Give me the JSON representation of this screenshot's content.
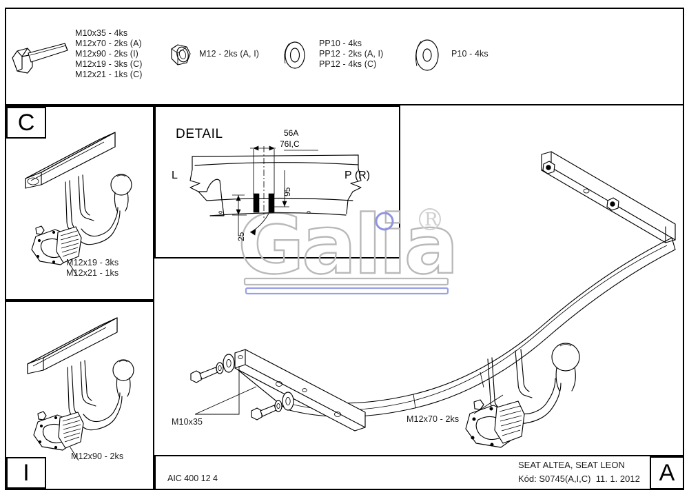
{
  "sheet": {
    "drawing_number": "AIC 400 12 4",
    "vehicle": "SEAT ALTEA, SEAT LEON",
    "code_line": "Kód: S0745(A,I,C)  11. 1. 2012",
    "revision_box": "A"
  },
  "parts_list": {
    "bolt": {
      "icon": "hex-bolt-icon",
      "lines": [
        "M10x35 - 4ks",
        "M12x70 - 2ks (A)",
        "M12x90 - 2ks (I)",
        "M12x19 - 3ks (C)",
        "M12x21 - 1ks (C)"
      ]
    },
    "nut": {
      "icon": "hex-nut-icon",
      "lines": [
        "M12 - 2ks (A, I)"
      ]
    },
    "spring_washer": {
      "icon": "spring-washer-icon",
      "lines": [
        "PP10 - 4ks",
        "PP12 - 2ks (A, I)",
        "PP12 - 4ks (C)"
      ]
    },
    "flat_washer": {
      "icon": "flat-washer-icon",
      "lines": [
        "P10 - 4ks"
      ]
    }
  },
  "panel_c": {
    "box_letter": "C",
    "callouts": [
      "M12x19 - 3ks",
      "M12x21 - 1ks"
    ]
  },
  "panel_i": {
    "box_letter": "I",
    "callouts": [
      "M12x90 - 2ks"
    ]
  },
  "detail": {
    "title": "DETAIL",
    "left_label": "L",
    "right_label": "P (R)",
    "dim_top_1": "56A",
    "dim_top_2": "76I,C",
    "dim_vertical_1": "95",
    "dim_vertical_2": "25"
  },
  "main_view": {
    "callout_left": "M10x35",
    "callout_right": "M12x70 - 2ks"
  },
  "watermark": {
    "text": "Galia",
    "registered": "R",
    "outline_color": "#b9b9b9",
    "accent_color": "#8f93e0"
  },
  "colors": {
    "line": "#000000",
    "paper": "#ffffff",
    "text": "#1b1b1b"
  }
}
